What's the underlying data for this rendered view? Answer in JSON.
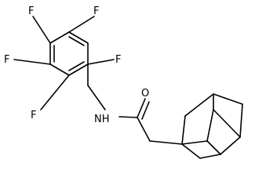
{
  "molecule": {
    "atoms": [
      {
        "id": "F1",
        "symbol": "F"
      },
      {
        "id": "F2",
        "symbol": "F"
      },
      {
        "id": "F3",
        "symbol": "F"
      },
      {
        "id": "F4",
        "symbol": "F"
      },
      {
        "id": "F5",
        "symbol": "F"
      },
      {
        "id": "N1",
        "symbol": "NH"
      },
      {
        "id": "O1",
        "symbol": "O"
      }
    ],
    "colors": {
      "bond": "#000000",
      "text": "#000000",
      "background": "#ffffff"
    }
  }
}
